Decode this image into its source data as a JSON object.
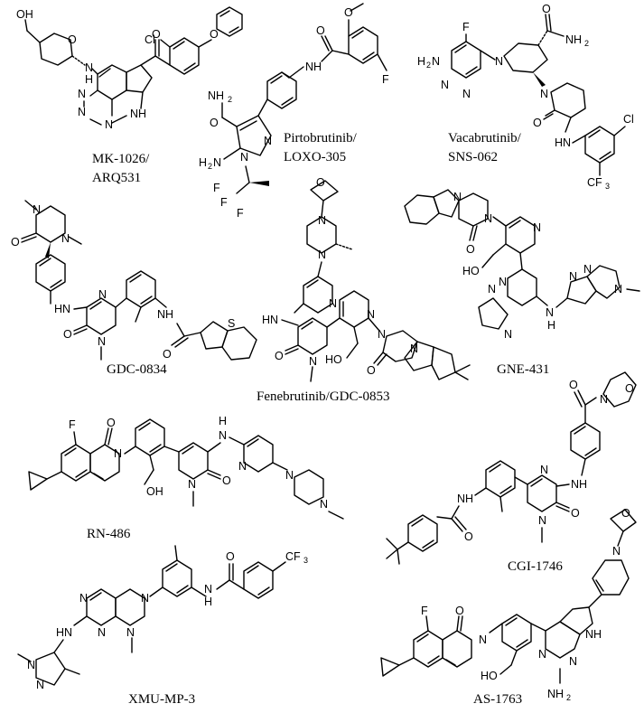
{
  "figure": {
    "compounds": [
      {
        "id": "mk1026",
        "name_line1": "MK-1026/",
        "name_line2": "ARQ531"
      },
      {
        "id": "pirtobrutinib",
        "name_line1": "Pirtobrutinib/",
        "name_line2": "LOXO-305"
      },
      {
        "id": "vacabrutinib",
        "name_line1": "Vacabrutinib/",
        "name_line2": "SNS-062"
      },
      {
        "id": "gdc0834",
        "name_line1": "GDC-0834"
      },
      {
        "id": "fenebrutinib",
        "name_line1": "Fenebrutinib/GDC-0853"
      },
      {
        "id": "gne431",
        "name_line1": "GNE-431"
      },
      {
        "id": "rn486",
        "name_line1": "RN-486"
      },
      {
        "id": "cgi1746",
        "name_line1": "CGI-1746"
      },
      {
        "id": "xmump3",
        "name_line1": "XMU-MP-3"
      },
      {
        "id": "as1763",
        "name_line1": "AS-1763"
      }
    ],
    "atom_labels": {
      "oh": "OH",
      "ho": "HO",
      "nh": "NH",
      "hn": "HN",
      "n": "N",
      "o": "O",
      "f": "F",
      "s": "S",
      "cl": "Cl",
      "h": "H",
      "nh2": "NH",
      "h2n": "H",
      "two": "2",
      "cf": "CF",
      "three": "3"
    }
  }
}
